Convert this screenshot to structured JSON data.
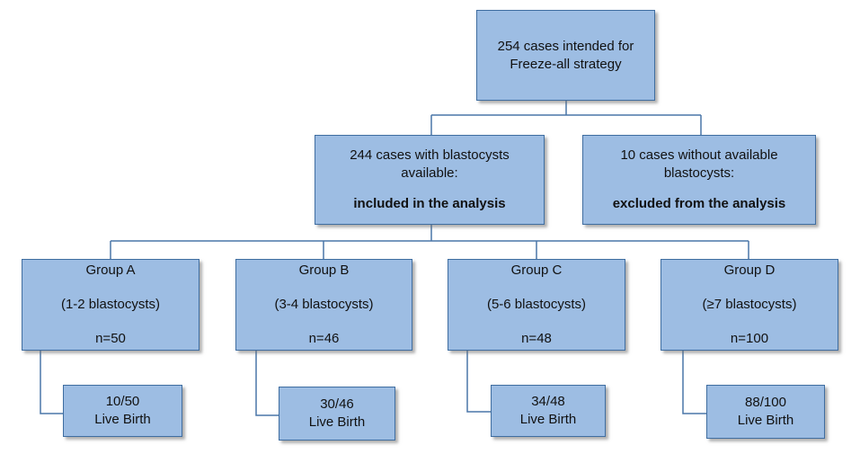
{
  "top": {
    "line1": "254 cases intended for",
    "line2": "Freeze-all strategy"
  },
  "included": {
    "line1": "244 cases with blastocysts",
    "line2": "available:",
    "line3": "included  in the analysis"
  },
  "excluded": {
    "line1": "10 cases without available",
    "line2": "blastocysts:",
    "line3": "excluded  from the analysis"
  },
  "groups": [
    {
      "name": "Group A",
      "range": "(1-2 blastocysts)",
      "n": "n=50",
      "births": "10/50",
      "outcome": "Live Birth"
    },
    {
      "name": "Group B",
      "range": "(3-4 blastocysts)",
      "n": "n=46",
      "births": "30/46",
      "outcome": "Live Birth"
    },
    {
      "name": "Group C",
      "range": "(5-6 blastocysts)",
      "n": "n=48",
      "births": "34/48",
      "outcome": "Live Birth"
    },
    {
      "name": "Group D",
      "range": "(≥7 blastocysts)",
      "n": "n=100",
      "births": "88/100",
      "outcome": "Live Birth"
    }
  ],
  "colors": {
    "box_fill": "#9dbde3",
    "box_border": "#3f6da0",
    "connector": "#4a76a8"
  }
}
